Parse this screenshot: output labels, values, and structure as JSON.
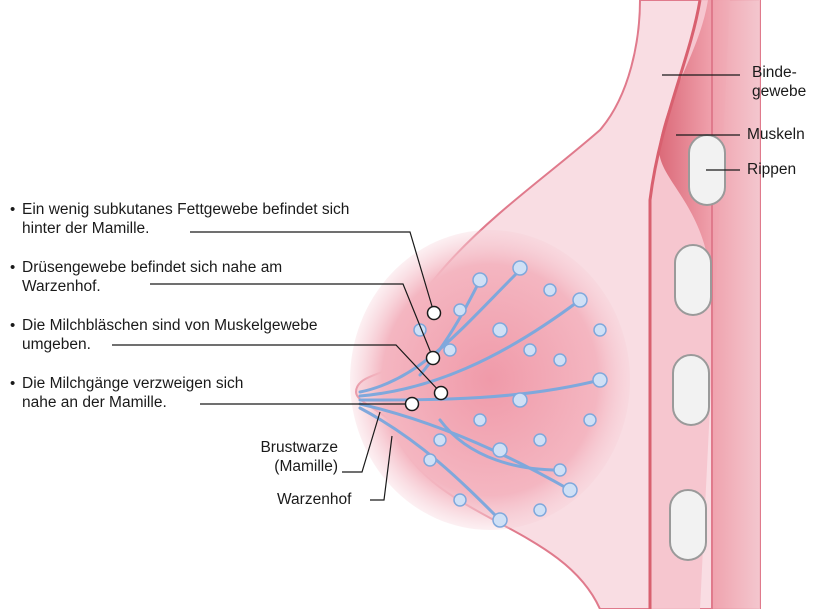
{
  "notes": [
    {
      "line1": "Ein wenig subkutanes Fettgewebe befindet sich",
      "line2": "hinter der Mamille."
    },
    {
      "line1": "Drüsengewebe befindet sich nahe am",
      "line2": "Warzenhof."
    },
    {
      "line1": "Die Milchbläschen sind von Muskelgewebe",
      "line2": "umgeben."
    },
    {
      "line1": "Die Milchgänge verzweigen sich",
      "line2": "nahe an der Mamille."
    }
  ],
  "labels": {
    "bindegewebe_1": "Binde-",
    "bindegewebe_2": "gewebe",
    "muskeln": "Muskeln",
    "rippen": "Rippen",
    "brustwarze_1": "Brustwarze",
    "brustwarze_2": "(Mamille)",
    "warzenhof": "Warzenhof"
  },
  "colors": {
    "skin": "#f7d7de",
    "outline": "#e07a8c",
    "muscle": "#e4808f",
    "gland_glow": "#f3b3bf",
    "lobules": "#cfe0f6",
    "ducts": "#7fa8dc"
  }
}
